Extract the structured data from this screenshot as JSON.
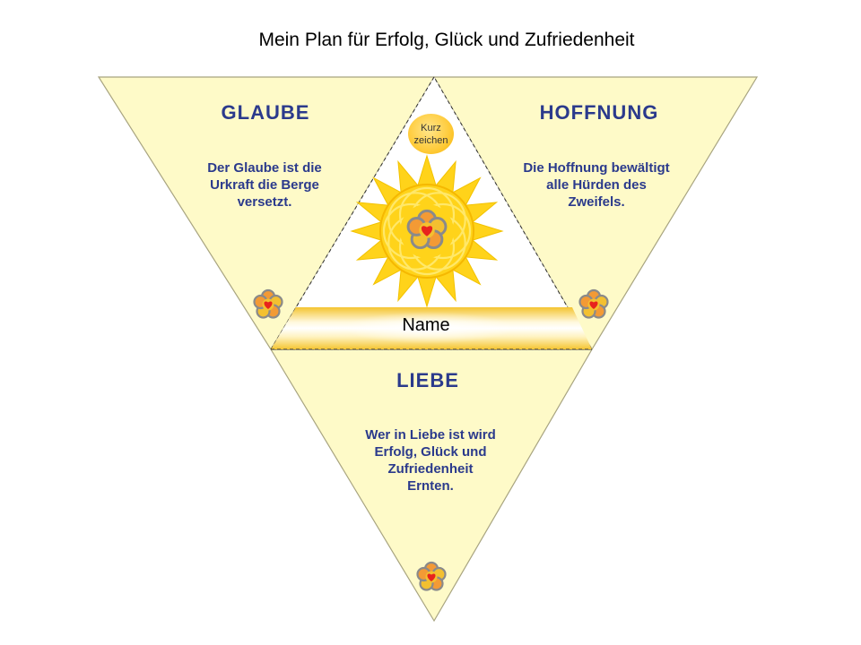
{
  "title": "Mein Plan für Erfolg, Glück und Zufriedenheit",
  "sections": {
    "glaube": {
      "heading": "GLAUBE",
      "text": "Der Glaube ist die\nUrkraft die Berge\nversetzt."
    },
    "hoffnung": {
      "heading": "HOFFNUNG",
      "text": "Die Hoffnung bewältigt\nalle Hürden des\nZweifels."
    },
    "liebe": {
      "heading": "LIEBE",
      "text": "Wer in Liebe ist wird\nErfolg, Glück und\nZufriedenheit\nErnten."
    }
  },
  "center": {
    "short_sign": "Kurz\nzeichen",
    "name_label": "Name"
  },
  "colors": {
    "panel_fill": "#fefac8",
    "panel_stroke": "#a8a480",
    "heading": "#2b3a8c",
    "sun": "#ffd31a",
    "sun_inner": "#f5b800"
  },
  "icons": [
    "flower-icon",
    "sun-icon",
    "heart-icon"
  ]
}
